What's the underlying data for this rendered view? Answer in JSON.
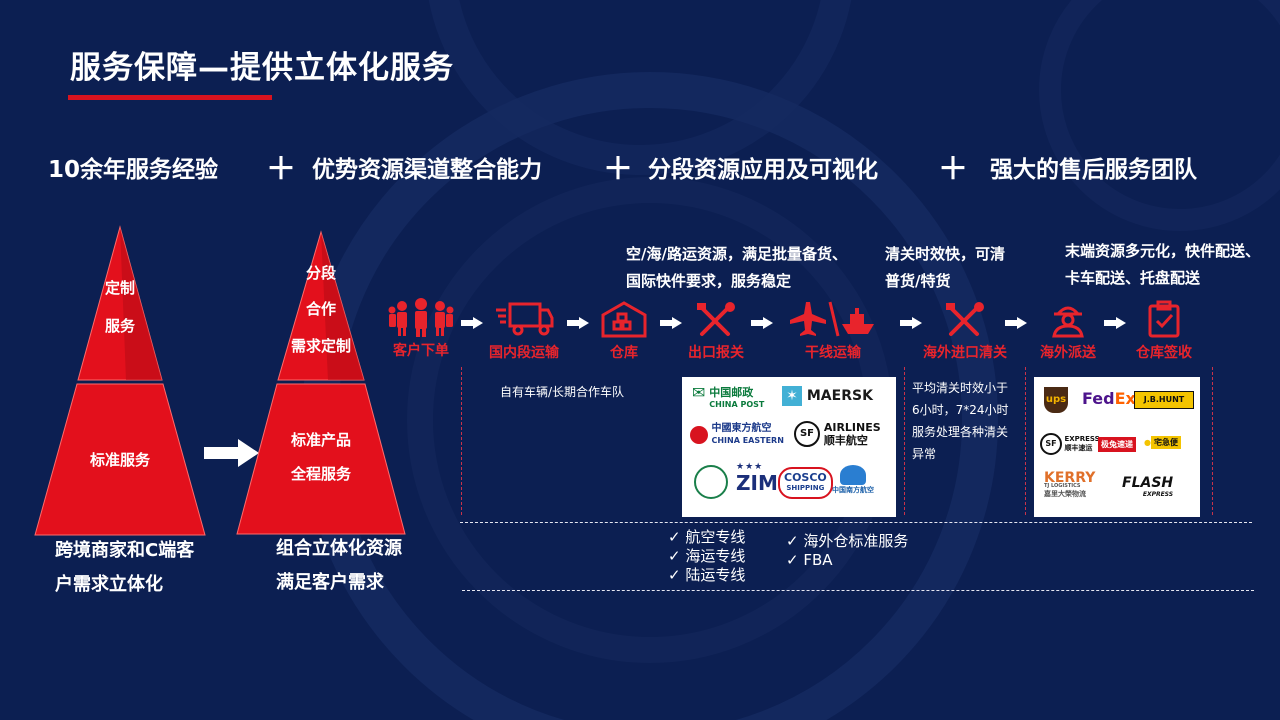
{
  "title": "服务保障—提供立体化服务",
  "advantages": [
    "10余年服务经验",
    "优势资源渠道整合能力",
    "分段资源应用及可视化",
    "强大的售后服务团队"
  ],
  "plus": "＋",
  "pyramid1": {
    "top_lines": [
      "定制",
      "服务"
    ],
    "bottom": "标准服务",
    "caption": [
      "跨境商家和C端客",
      "户需求立体化"
    ]
  },
  "pyramid2": {
    "top_lines": [
      "分段",
      "合作",
      "需求定制"
    ],
    "bottom_lines": [
      "标准产品",
      "全程服务"
    ],
    "caption": [
      "组合立体化资源",
      "满足客户需求"
    ]
  },
  "descriptions": {
    "freight": [
      "空/海/路运资源，满足批量备货、",
      "国际快件要求，服务稳定"
    ],
    "customs": [
      "清关时效快，可清",
      "普货/特货"
    ],
    "delivery": [
      "末端资源多元化，快件配送、",
      "卡车配送、托盘配送"
    ]
  },
  "steps": [
    {
      "label": "客户下单",
      "icon": "customers-icon"
    },
    {
      "label": "国内段运输",
      "icon": "truck-icon"
    },
    {
      "label": "仓库",
      "icon": "warehouse-icon"
    },
    {
      "label": "出口报关",
      "icon": "tools-icon"
    },
    {
      "label": "干线运输",
      "icon": "plane-ship-icon"
    },
    {
      "label": "海外进口清关",
      "icon": "tools-icon"
    },
    {
      "label": "海外派送",
      "icon": "courier-icon"
    },
    {
      "label": "仓库签收",
      "icon": "clipboard-check-icon"
    }
  ],
  "fleet_note": "自有车辆/长期合作车队",
  "customs_note": [
    "平均清关时效小于",
    "6小时，7*24小时",
    "服务处理各种清关",
    "异常"
  ],
  "carriers": {
    "china_post": [
      "中国邮政",
      "CHINA POST"
    ],
    "maersk": "MAERSK",
    "china_eastern": [
      "中國東方航空",
      "CHINA EASTERN"
    ],
    "sf_airlines": [
      "AIRLINES",
      "顺丰航空"
    ],
    "zim": "ZIM",
    "cosco": [
      "COSCO",
      "SHIPPING"
    ],
    "china_southern": "中国南方航空"
  },
  "couriers": {
    "ups": "ups",
    "fedex": [
      "Fed",
      "Ex"
    ],
    "jbhunt": "J.B.HUNT",
    "sf_express": [
      "EXPRESS",
      "顺丰速运"
    ],
    "jitu": "极兔速递",
    "yamato": "宅急便",
    "kerry": [
      "KERRY",
      "TJ LOGISTICS",
      "嘉里大榮物流"
    ],
    "flash": [
      "FLASH",
      "EXPRESS"
    ]
  },
  "services_left": [
    "航空专线",
    "海运专线",
    "陆运专线"
  ],
  "services_right": [
    "海外仓标准服务",
    "FBA"
  ],
  "colors": {
    "background": "#0c1f52",
    "accent": "#e8242c",
    "text": "#ffffff"
  }
}
